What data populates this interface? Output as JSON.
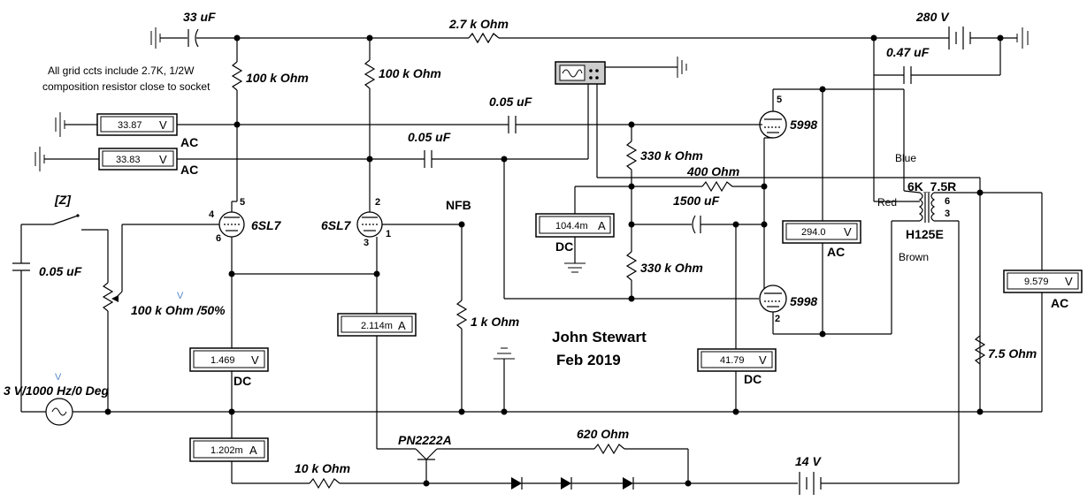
{
  "notes": {
    "grid_note_line1": "All grid ccts include 2.7K, 1/2W",
    "grid_note_line2": "composition resistor close to socket",
    "author": "John Stewart",
    "date": "Feb 2019"
  },
  "components": {
    "c_33uf": "33 uF",
    "r_2k7": "2.7 k Ohm",
    "v_280": "280 V",
    "c_047uf": "0.47 uF",
    "r_100k_a": "100 k Ohm",
    "r_100k_b": "100 k Ohm",
    "c_005uf_a": "0.05 uF",
    "c_005uf_b": "0.05 uF",
    "c_005uf_c": "0.05 uF",
    "r_330k_a": "330 k Ohm",
    "r_330k_b": "330 k Ohm",
    "r_400": "400  Ohm",
    "c_1500uf": "1500 uF",
    "tube_5998_a": "5998",
    "tube_5998_b": "5998",
    "tube_6sl7_a": "6SL7",
    "tube_6sl7_b": "6SL7",
    "switch": "[Z]",
    "nfb": "NFB",
    "pot": "100 k Ohm /50%",
    "r_1k": "1 k Ohm",
    "source": "3 V/1000 Hz/0 Deg",
    "transistor": "PN2222A",
    "r_620": "620  Ohm",
    "r_10k": "10 k Ohm",
    "v_14": "14 V",
    "r_7_5": "7.5  Ohm",
    "transformer_name": "H125E",
    "transformer_ratio": "6K_7.5R",
    "wire_blue": "Blue",
    "wire_red": "Red",
    "wire_brown": "Brown",
    "tap_6": "6",
    "tap_3": "3",
    "pin_5a": "5",
    "pin_4": "4",
    "pin_6": "6",
    "pin_2a": "2",
    "pin_1": "1",
    "pin_3": "3",
    "pin_5b": "5",
    "pin_2b": "2"
  },
  "meters": {
    "m1": {
      "value": "33.87",
      "unit": "V",
      "mode": "AC"
    },
    "m2": {
      "value": "33.83",
      "unit": "V",
      "mode": "AC"
    },
    "m3": {
      "value": "104.4m",
      "unit": "A",
      "mode": "DC"
    },
    "m4": {
      "value": "294.0",
      "unit": "V",
      "mode": "AC"
    },
    "m5": {
      "value": "9.579",
      "unit": "V",
      "mode": "AC"
    },
    "m6": {
      "value": "2.114m",
      "unit": "A",
      "mode": ""
    },
    "m7": {
      "value": "1.469",
      "unit": "V",
      "mode": "DC"
    },
    "m8": {
      "value": "41.79",
      "unit": "V",
      "mode": "DC"
    },
    "m9": {
      "value": "1.202m",
      "unit": "A",
      "mode": ""
    }
  },
  "markers": {
    "v1": "V",
    "v2": "V"
  }
}
